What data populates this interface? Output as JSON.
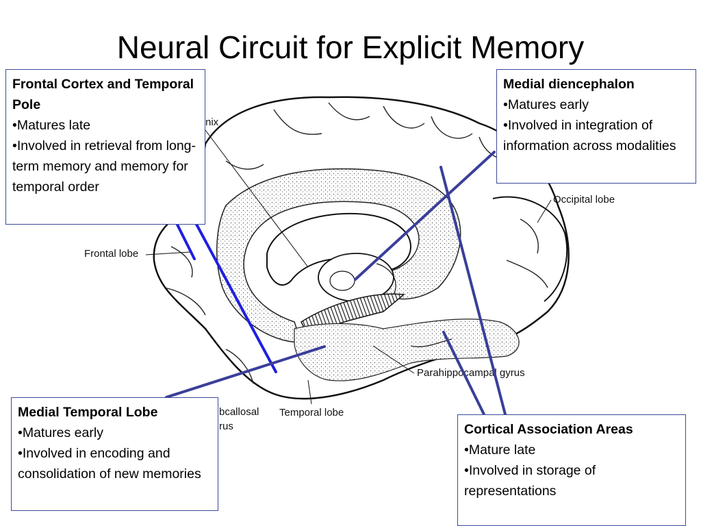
{
  "title": "Neural Circuit for Explicit Memory",
  "colors": {
    "connector": "#3a3f9a",
    "connector_bright": "#1f1fe0",
    "box_border": "#3a4a9a"
  },
  "boxes": {
    "frontal": {
      "heading": "Frontal Cortex and Temporal Pole",
      "items": [
        "•Matures late",
        "•Involved in retrieval from long-term memory and memory for temporal order"
      ]
    },
    "diencephalon": {
      "heading": "Medial diencephalon",
      "items": [
        "•Matures early",
        "•Involved in integration of information across modalities"
      ]
    },
    "mtl": {
      "heading": "Medial Temporal Lobe",
      "items": [
        "•Matures early",
        "•Involved in encoding and consolidation of new memories"
      ]
    },
    "cortical": {
      "heading": "Cortical Association Areas",
      "items": [
        "•Mature late",
        "•Involved in storage of representations"
      ]
    }
  },
  "brain_labels": {
    "fornix": "nix",
    "frontal_lobe": "Frontal lobe",
    "occipital_lobe": "Occipital lobe",
    "parahippocampal": "Parahippocampal gyrus",
    "temporal_lobe": "Temporal lobe",
    "subcallosal_1": "bcallosal",
    "subcallosal_2": "rus"
  }
}
